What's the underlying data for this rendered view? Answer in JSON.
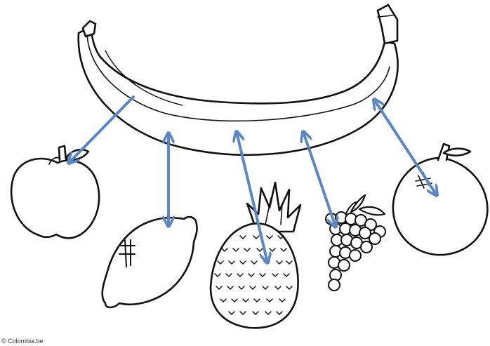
{
  "credit": "© Colombia.be",
  "colors": {
    "outline": "#111111",
    "fill": "#ffffff",
    "arrow": "#5b87c5"
  },
  "figures": {
    "banana": {
      "icon": "banana-icon"
    },
    "fruits": [
      {
        "name": "apple",
        "icon": "apple-icon"
      },
      {
        "name": "lemon",
        "icon": "lemon-icon"
      },
      {
        "name": "pineapple",
        "icon": "pineapple-icon"
      },
      {
        "name": "grapes",
        "icon": "grapes-icon"
      },
      {
        "name": "orange",
        "icon": "orange-icon"
      }
    ]
  },
  "arrows": [
    {
      "from": "banana",
      "to": "apple",
      "heads": "end"
    },
    {
      "from": "banana",
      "to": "lemon",
      "heads": "both"
    },
    {
      "from": "banana",
      "to": "pineapple",
      "heads": "both"
    },
    {
      "from": "banana",
      "to": "grapes",
      "heads": "both"
    },
    {
      "from": "banana",
      "to": "orange",
      "heads": "both"
    }
  ]
}
